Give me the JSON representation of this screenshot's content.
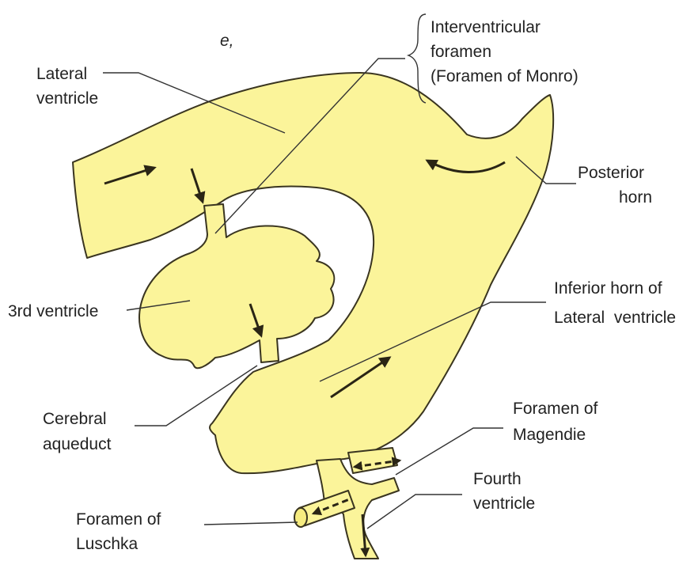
{
  "colors": {
    "ventricle_fill": "#fbf49a",
    "outline": "#3a3520",
    "background": "#ffffff"
  },
  "labels": {
    "interventricular": [
      "Interventricular",
      "foramen",
      "(Foramen of Monro)"
    ],
    "lateral_ventricle": [
      "Lateral",
      "ventricle"
    ],
    "posterior_horn": [
      "Posterior",
      "horn"
    ],
    "inferior_horn": [
      "Inferior horn of",
      "Lateral  ventricle"
    ],
    "third_ventricle": "3rd ventricle",
    "cerebral_aqueduct": [
      "Cerebral",
      "aqueduct"
    ],
    "foramen_magendie": [
      "Foramen of",
      "Magendie"
    ],
    "fourth_ventricle": [
      "Fourth",
      "ventricle"
    ],
    "foramen_luschka": [
      "Foramen of",
      "Luschka"
    ],
    "stray_mark": "e,"
  }
}
